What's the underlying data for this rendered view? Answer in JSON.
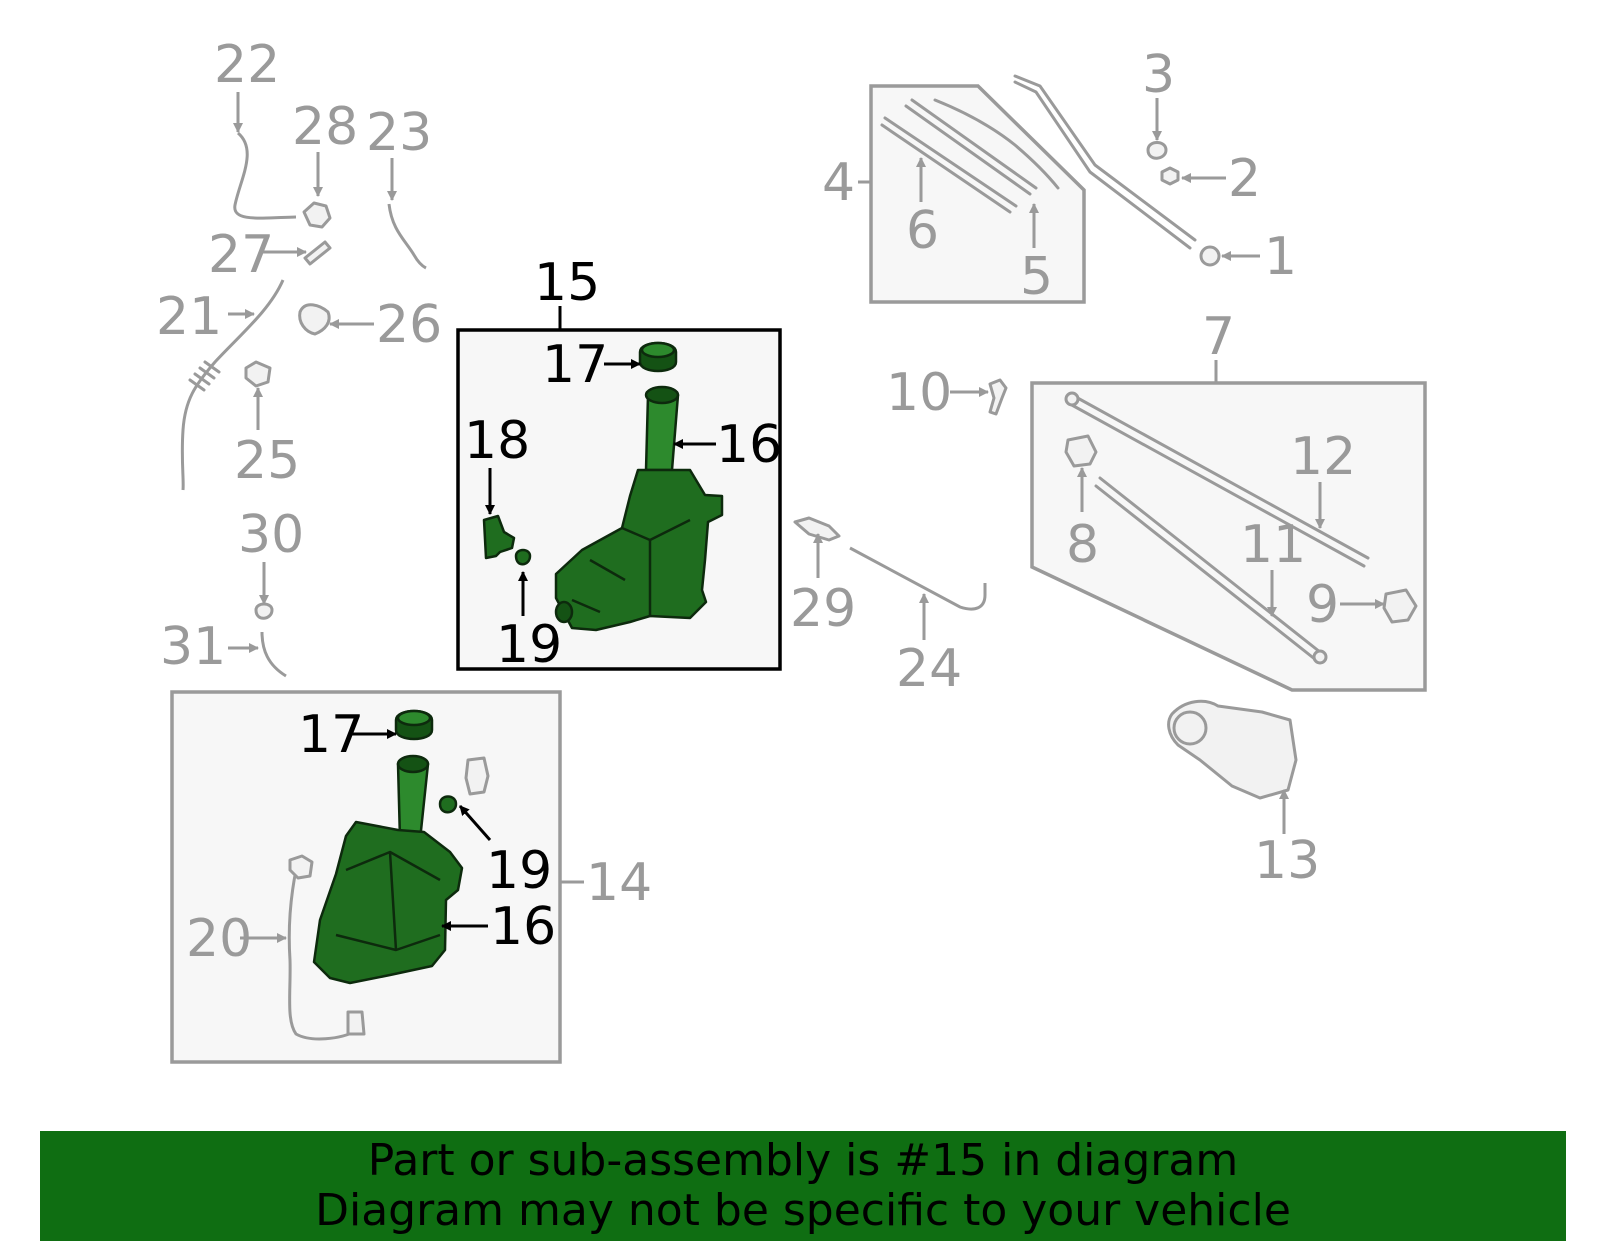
{
  "callouts": {
    "c1": "1",
    "c2": "2",
    "c3": "3",
    "c4": "4",
    "c5": "5",
    "c6": "6",
    "c7": "7",
    "c8": "8",
    "c9": "9",
    "c10": "10",
    "c11": "11",
    "c12": "12",
    "c13": "13",
    "c14": "14",
    "c15": "15",
    "c16": "16",
    "c17": "17",
    "c18": "18",
    "c19": "19",
    "c20": "20",
    "c21": "21",
    "c22": "22",
    "c23": "23",
    "c24": "24",
    "c25": "25",
    "c26": "26",
    "c27": "27",
    "c28": "28",
    "c29": "29",
    "c30": "30",
    "c31": "31"
  },
  "highlight": {
    "part": "15",
    "color": "#1f6d1f"
  },
  "footer": {
    "line1": "Part or sub-assembly is #15 in diagram",
    "line2": "Diagram may not be specific to your vehicle",
    "background": "#0f6e12"
  }
}
